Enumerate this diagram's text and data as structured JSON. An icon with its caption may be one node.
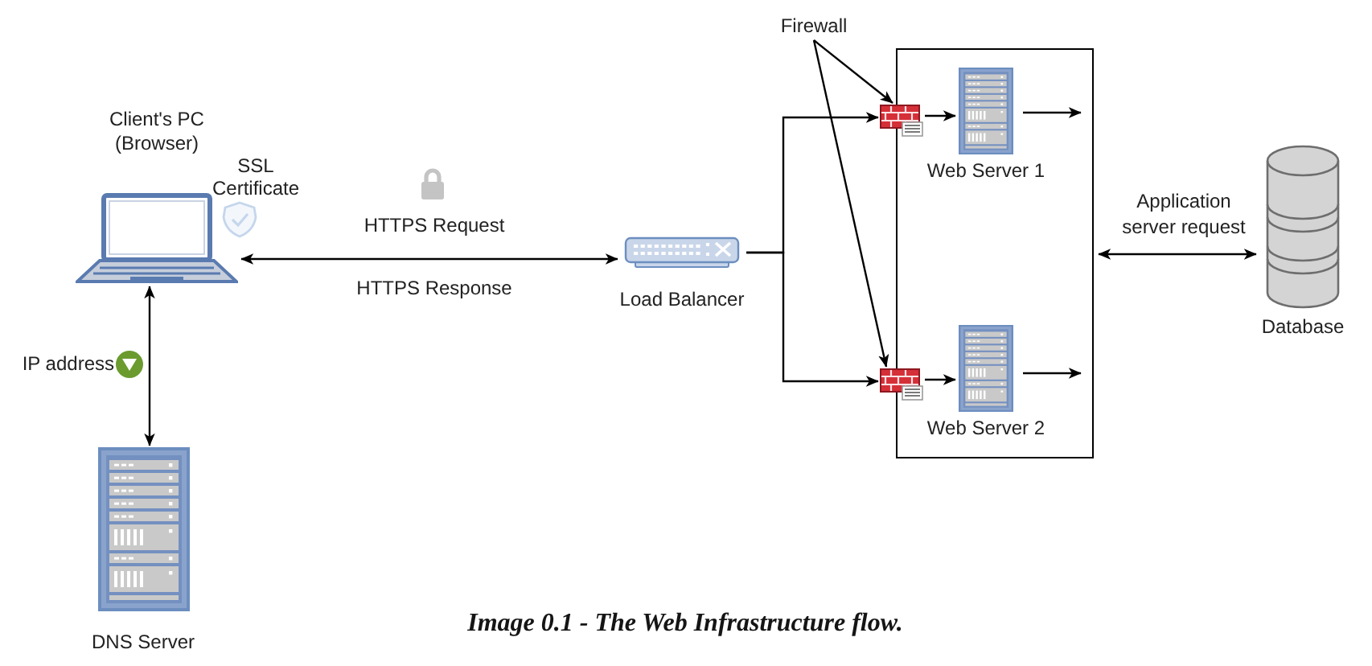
{
  "diagram": {
    "nodes": [
      {
        "text": [
          "Client's PC (Browser)"
        ]
      },
      {
        "text": [
          "DNS Server"
        ]
      },
      {
        "text": [
          "Load Balancer"
        ]
      },
      {
        "text": [
          "Firewall"
        ]
      },
      {
        "text": [],
        "shape": "box"
      },
      {
        "text": [],
        "shape": "picture"
      },
      {
        "text": [
          "Web Server 1"
        ],
        "in": 4
      },
      {
        "text": [],
        "shape": "picture"
      },
      {
        "text": [
          "Web Server 2"
        ],
        "in": 4
      },
      {
        "text": [
          "Database"
        ]
      }
    ],
    "edges": [
      {
        "from": 0,
        "to": 2,
        "arrow": "both",
        "label": "HTTPS Request"
      },
      {
        "from": 0,
        "to": 1,
        "arrow": "both",
        "label": "IP address"
      },
      {
        "from": 2,
        "to": 5,
        "arrow": "to"
      },
      {
        "from": 2,
        "to": 7,
        "arrow": "to"
      },
      {
        "from": 3,
        "to": 5,
        "arrow": "to"
      },
      {
        "from": 3,
        "to": 7,
        "arrow": "to"
      },
      {
        "from": 5,
        "to": 6,
        "arrow": "to"
      },
      {
        "from": 7,
        "to": 8,
        "arrow": "to"
      },
      {
        "from": 6,
        "to": null,
        "arrow": "to"
      },
      {
        "from": 8,
        "to": null,
        "arrow": "to"
      },
      {
        "from": 4,
        "to": 9,
        "arrow": "both",
        "label": "Application server request"
      }
    ],
    "labels": [
      "SSL Certificate",
      "HTTPS Response"
    ],
    "caption": "Image 0.1 - The Web Infrastructure flow."
  }
}
